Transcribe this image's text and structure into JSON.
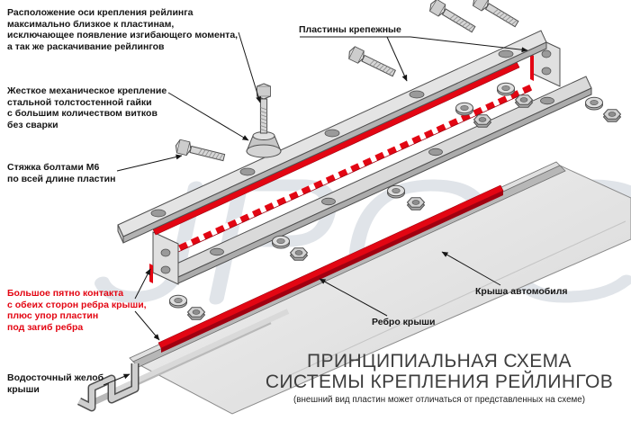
{
  "notes": {
    "axis": {
      "lines": [
        "Расположение оси крепления рейлинга",
        "максимально близкое к пластинам,",
        "исключающее появление изгибающего момента,",
        "а так же раскачивание рейлингов"
      ]
    },
    "rigid": {
      "lines": [
        "Жесткое механическое крепление",
        "стальной толстостенной гайки",
        "с большим количеством витков",
        "без сварки"
      ]
    },
    "bolts": {
      "lines": [
        "Стяжка болтами М6",
        "по всей длине пластин"
      ]
    },
    "contact": {
      "lines": [
        "Большое пятно контакта",
        "с обеих сторон ребра крыши,",
        "плюс упор пластин",
        "под загиб ребра"
      ]
    },
    "gutter": {
      "lines": [
        "Водосточный желоб",
        "крыши"
      ]
    }
  },
  "labels": {
    "plates": "Пластины крепежные",
    "rib": "Ребро крыши",
    "roof": "Крыша автомобиля"
  },
  "title": {
    "line1": "ПРИНЦИПИАЛЬНАЯ СХЕМА",
    "line2": "СИСТЕМЫ КРЕПЛЕНИЯ РЕЙЛИНГОВ",
    "subtitle": "(внешний вид пластин может отличаться от представленных на схеме)"
  },
  "colors": {
    "highlight_red": "#e30613",
    "highlight_red_dark": "#9c0010",
    "text": "#161616",
    "title_text": "#3d3d3d",
    "metal_light": "#e8e8e8",
    "metal_mid": "#cccccc",
    "metal_dark": "#a6a6a6",
    "edge": "#4f4f4f",
    "watermark": "#dfe3e8"
  }
}
